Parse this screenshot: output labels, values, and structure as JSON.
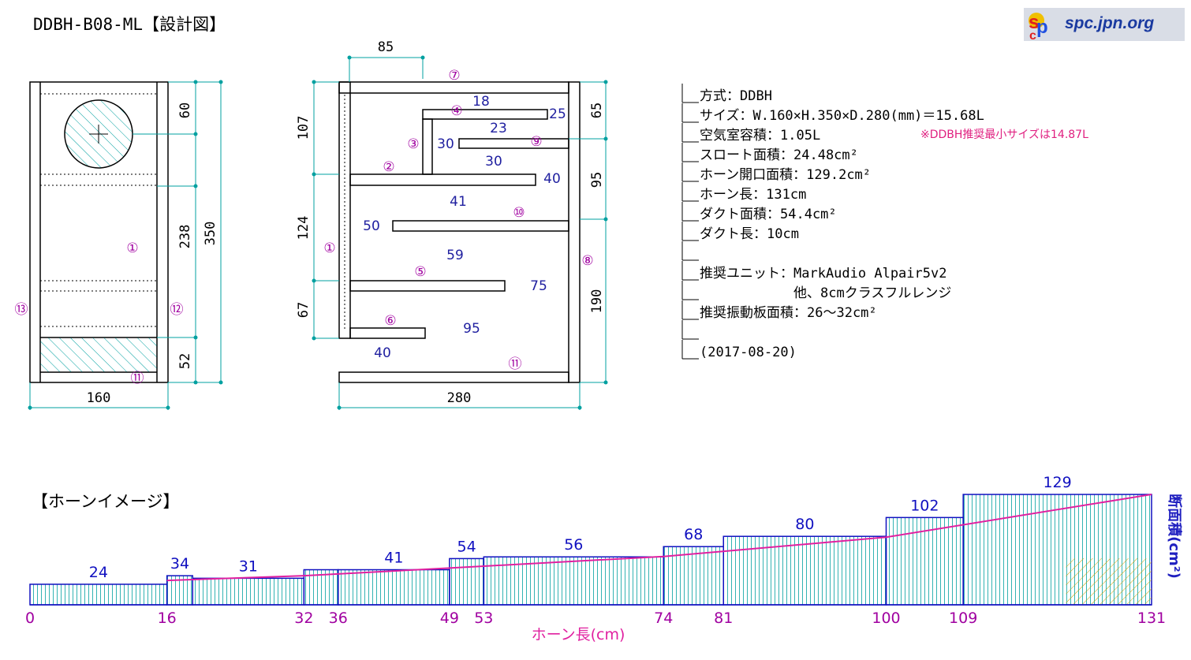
{
  "header": {
    "title": "DDBH-B08-ML【設計図】",
    "logo_text": "spc.jpn.org"
  },
  "front_view": {
    "dims_right": [
      "60",
      "238",
      "52"
    ],
    "dim_total": "350",
    "dim_bottom": "160",
    "part_labels": [
      "①",
      "⑫",
      "⑬",
      "⑪"
    ]
  },
  "side_view": {
    "dim_top": "85",
    "dims_left": [
      "107",
      "124",
      "67"
    ],
    "dims_right": [
      "65",
      "95",
      "190"
    ],
    "dim_bottom": "280",
    "part_labels": [
      "⑦",
      "④",
      "③",
      "⑨",
      "②",
      "⑩",
      "①",
      "⑤",
      "⑥",
      "⑪",
      "⑧"
    ],
    "section_labels": [
      "18",
      "25",
      "23",
      "30",
      "30",
      "40",
      "41",
      "50",
      "59",
      "75",
      "95",
      "40"
    ]
  },
  "specs": {
    "lines": [
      "方式：DDBH",
      "サイズ：W.160×H.350×D.280(mm)＝15.68L",
      "空気室容積：1.05L",
      "スロート面積：24.48cm²",
      "ホーン開口面積：129.2cm²",
      "ホーン長：131cm",
      "ダクト面積：54.4cm²",
      "ダクト長：10cm",
      "",
      "推奨ユニット：MarkAudio Alpair5v2",
      "　　　　　　　他、8cmクラスフルレンジ",
      "推奨振動板面積：26～32cm²",
      "",
      "(2017-08-20)"
    ],
    "note": "※DDBH推奨最小サイズは14.87L"
  },
  "horn_image": {
    "title": "【ホーンイメージ】",
    "xlabel": "ホーン長(cm)",
    "ylabel": "断面積(cm²)"
  },
  "chart_data": {
    "type": "bar",
    "title": "【ホーンイメージ】",
    "xlabel": "ホーン長(cm)",
    "ylabel": "断面積(cm²)",
    "x_ticks": [
      0,
      16,
      32,
      36,
      49,
      53,
      74,
      81,
      100,
      109,
      131
    ],
    "segments": [
      {
        "x0": 0,
        "x1": 16,
        "value": 24
      },
      {
        "x0": 16,
        "x1": 19,
        "value": 34
      },
      {
        "x0": 19,
        "x1": 32,
        "value": 31
      },
      {
        "x0": 32,
        "x1": 36,
        "value": 41
      },
      {
        "x0": 36,
        "x1": 49,
        "value": 41
      },
      {
        "x0": 49,
        "x1": 53,
        "value": 54
      },
      {
        "x0": 53,
        "x1": 74,
        "value": 56
      },
      {
        "x0": 74,
        "x1": 81,
        "value": 68
      },
      {
        "x0": 81,
        "x1": 100,
        "value": 80
      },
      {
        "x0": 100,
        "x1": 109,
        "value": 102
      },
      {
        "x0": 109,
        "x1": 131,
        "value": 129
      }
    ],
    "segment_labels": [
      {
        "x": 8,
        "text": "24"
      },
      {
        "x": 17.5,
        "text": "34"
      },
      {
        "x": 25.5,
        "text": "31"
      },
      {
        "x": 42.5,
        "text": "41"
      },
      {
        "x": 51,
        "text": "54"
      },
      {
        "x": 63.5,
        "text": "56"
      },
      {
        "x": 77.5,
        "text": "68"
      },
      {
        "x": 90.5,
        "text": "80"
      },
      {
        "x": 104.5,
        "text": "102"
      },
      {
        "x": 120,
        "text": "129"
      }
    ],
    "taper_line": [
      [
        16,
        28.5
      ],
      [
        32,
        34
      ],
      [
        49,
        43
      ],
      [
        74,
        56.5
      ],
      [
        100,
        79
      ],
      [
        131,
        129
      ]
    ],
    "duct": {
      "x0": 121,
      "x1": 131,
      "value": 54.4
    }
  }
}
